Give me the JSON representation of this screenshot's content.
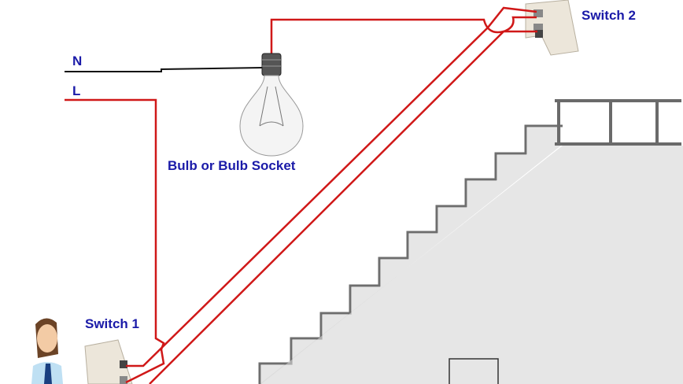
{
  "labels": {
    "neutral": "N",
    "live": "L",
    "bulb": "Bulb or Bulb Socket",
    "switch1": "Switch 1",
    "switch2": "Switch 2"
  },
  "colors": {
    "wire_live": "#d01818",
    "wire_neutral": "#111111",
    "label": "#1a1aa8",
    "stair": "#e8e8e8",
    "stair_edge": "#707070"
  }
}
